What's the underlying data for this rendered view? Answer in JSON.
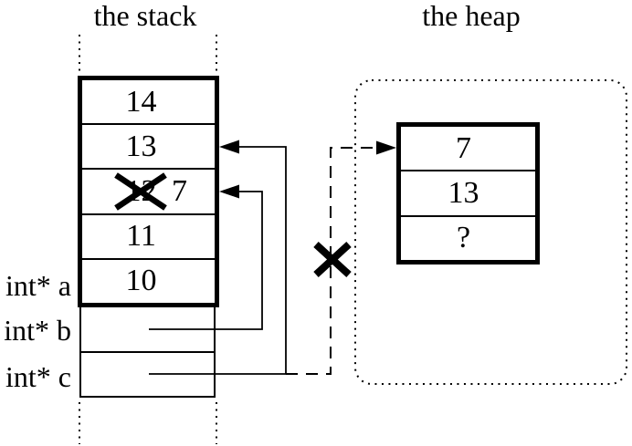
{
  "colors": {
    "ink": "#000000",
    "background": "#ffffff"
  },
  "titles": {
    "stack": "the stack",
    "heap": "the heap"
  },
  "stack_frame": {
    "rows": [
      {
        "value": "14"
      },
      {
        "value": "13"
      },
      {
        "value": "12",
        "crossed_out": true,
        "new_value": "7"
      },
      {
        "value": "11"
      },
      {
        "value": "10"
      }
    ]
  },
  "pointer_variables": [
    {
      "label": "int* a"
    },
    {
      "label": "int* b"
    },
    {
      "label": "int* c"
    }
  ],
  "heap_block": {
    "rows": [
      {
        "value": "7"
      },
      {
        "value": "13"
      },
      {
        "value": "?"
      }
    ]
  }
}
